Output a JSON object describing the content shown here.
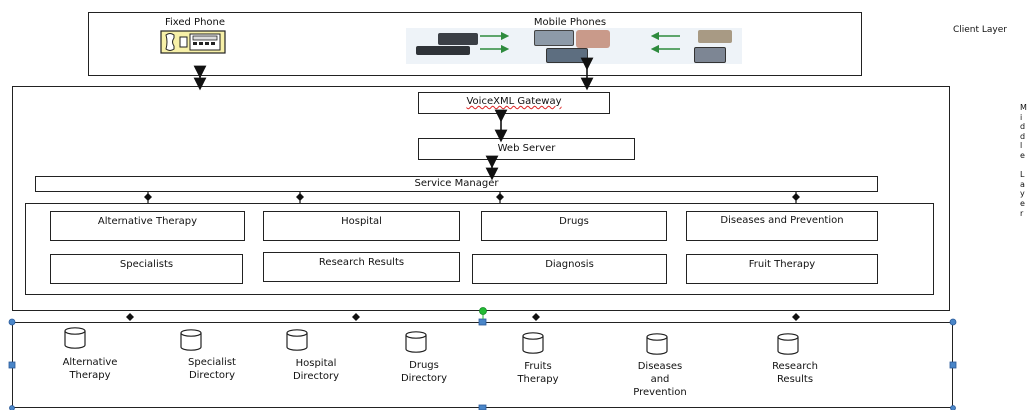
{
  "client": {
    "fixed_phone": "Fixed Phone",
    "mobile_phones": "Mobile Phones",
    "layer_label": "Client Layer"
  },
  "middle": {
    "gateway": "VoiceXML Gateway",
    "web_server": "Web Server",
    "service_manager": "Service Manager",
    "layer_label": "M\ni\nd\nd\nl\ne\n\nL\na\ny\ne\nr",
    "services": [
      "Alternative Therapy",
      "Hospital",
      "Drugs",
      "Diseases and Prevention",
      "Specialists",
      "Research Results",
      "Diagnosis",
      "Fruit Therapy"
    ]
  },
  "data_layer": {
    "databases": [
      "Alternative\nTherapy",
      "Specialist\nDirectory",
      "Hospital\nDirectory",
      "Drugs\nDirectory",
      "Fruits\nTherapy",
      "Diseases\nand\nPrevention",
      "Research\nResults"
    ]
  },
  "colors": {
    "arrow_green": "#2e8b3e",
    "handle_blue": "#4a86c8",
    "handle_green": "#22bb33",
    "phone_yellow": "#f7f0a8"
  }
}
